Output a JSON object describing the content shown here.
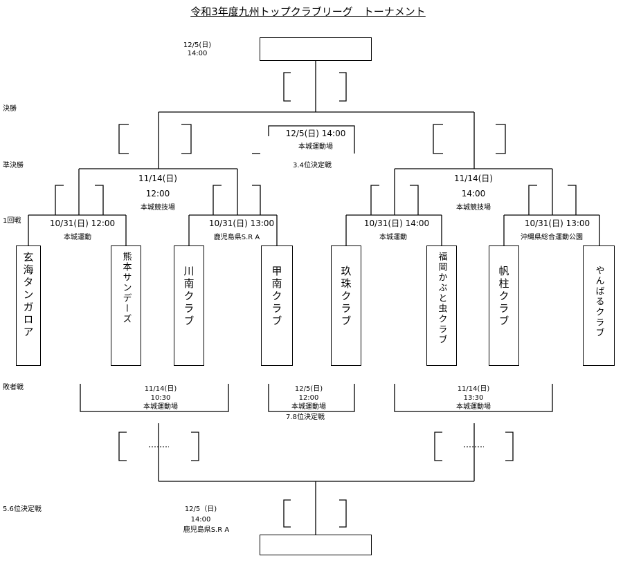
{
  "title": "令和3年度九州トップクラブリーグ　トーナメント",
  "rounds": {
    "final": "決勝",
    "semi": "準決勝",
    "first": "1回戦",
    "consolation": "敗者戦",
    "fifth_place": "5.6位決定戦"
  },
  "final_match": {
    "date": "12/5(日)",
    "time": "14:00"
  },
  "third_place": {
    "date_time": "12/5(日)  14:00",
    "venue": "本城運動場",
    "label": "3.4位決定戦"
  },
  "semis": [
    {
      "date": "11/14(日)",
      "time": "12:00",
      "venue": "本城競技場"
    },
    {
      "date": "11/14(日)",
      "time": "14:00",
      "venue": "本城競技場"
    }
  ],
  "first_round": [
    {
      "date_time": "10/31(日)  12:00",
      "venue": "本城運動"
    },
    {
      "date_time": "10/31(日)  13:00",
      "venue": "鹿児島県S.R  A"
    },
    {
      "date_time": "10/31(日)     14:00",
      "venue": "本城運動"
    },
    {
      "date_time": "10/31(日)  13:00",
      "venue": "沖縄県総合運動公園"
    }
  ],
  "teams": [
    "玄海タンガロア",
    "熊本サンデーズ",
    "川南クラブ",
    "甲南クラブ",
    "玖珠クラブ",
    "福岡かぶと虫クラブ",
    "帆柱クラブ",
    "やんばるクラブ"
  ],
  "consolation_matches": [
    {
      "date": "11/14(日)",
      "time": "10:30",
      "venue": "本城運動場"
    },
    {
      "date": "12/5(日)",
      "time": "12:00",
      "venue": "本城運動場",
      "label": "7.8位決定戦"
    },
    {
      "date": "11/14(日)",
      "time": "13:30",
      "venue": "本城運動場"
    }
  ],
  "fifth_place_match": {
    "date": "12/5（日)",
    "time": "14:00",
    "venue": "鹿児島県S.R  A"
  }
}
